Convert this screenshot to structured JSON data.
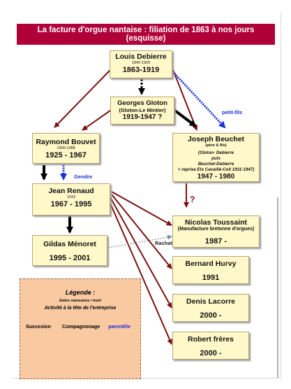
{
  "title": "La facture d'orgue nantaise : filiation de 1863 à nos jours (esquisse)",
  "nodes": {
    "debierre": {
      "name": "Louis Debierre",
      "life": "1842-1920",
      "dates": "1863-1919"
    },
    "gloton": {
      "name": "Georges Gloton",
      "sub": "(Gloton-Le Mintier)",
      "dates": "1919-1947 ?"
    },
    "bouvet": {
      "name": "Raymond Bouvet",
      "life": "1900-1988",
      "dates": "1925 - 1967"
    },
    "beuchet": {
      "name": "Joseph Beuchet",
      "sub": "(père & fils)",
      "note1": "(Gloton- Debierre",
      "note2": "puis",
      "note3": "Beuchet-Debierre",
      "note4": "+ reprise Ets Cavaillé-Coll 1931-1947)",
      "dates": "1947 - 1980"
    },
    "renaud": {
      "name": "Jean Renaud",
      "life": "1933",
      "dates": "1967 - 1995"
    },
    "menoret": {
      "name": "Gildas Ménoret",
      "dates": "1995 - 2001"
    },
    "toussaint": {
      "name": "Nicolas Toussaint",
      "sub": "(Manufacture bretonne d'orgues)",
      "dates": "1987 -"
    },
    "hurvy": {
      "name": "Bernard Hurvy",
      "dates": "1991"
    },
    "lacorre": {
      "name": "Denis Lacorre",
      "dates": "2000 -"
    },
    "robert": {
      "name": "Robert frères",
      "dates": "2000 -"
    }
  },
  "labels": {
    "petit_fils": "petit-fils",
    "gendre": "Gendre",
    "rachat": "Rachat",
    "question": "?"
  },
  "legend": {
    "title": "Légende :",
    "line1": "Dates naissance / mort",
    "line2": "Activité à la tête de l'entreprise",
    "succession": "Succesion",
    "compagnonage": "Compagnonage",
    "parentele": "parentèle"
  },
  "colors": {
    "succession": "#000000",
    "compagnonage": "#7a1010",
    "parentele": "#1a2fd8",
    "title_bg": "#b0003a",
    "node_bg": "#fff8c8",
    "legend_bg": "#f9c9a2"
  }
}
